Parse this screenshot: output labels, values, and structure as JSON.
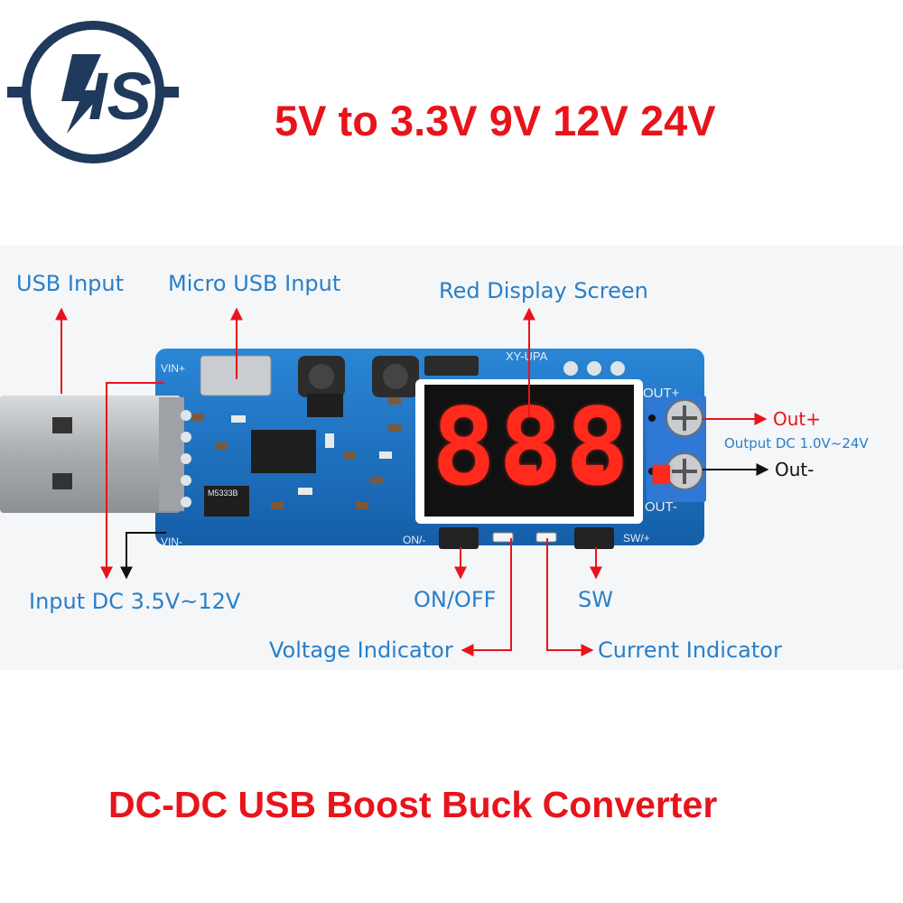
{
  "logo": {
    "letters": "IS",
    "icon": "lightning-bolt-icon"
  },
  "headline_top": "5V to 3.3V 9V 12V 24V",
  "headline_bottom": "DC-DC USB Boost Buck Converter",
  "display": {
    "digits": [
      "8.",
      "8.",
      "8."
    ]
  },
  "labels": {
    "usb_input": "USB Input",
    "micro_usb_input": "Micro USB Input",
    "red_display_screen": "Red Display Screen",
    "out_plus": "Out+",
    "output_dc": "Output DC 1.0V~24V",
    "out_minus": "Out-",
    "input_dc": "Input DC 3.5V~12V",
    "on_off": "ON/OFF",
    "sw": "SW",
    "voltage_indicator": "Voltage Indicator",
    "current_indicator": "Current Indicator"
  },
  "silkscreen": {
    "vin_plus": "VIN+",
    "vin_minus": "VIN-",
    "out_plus": "OUT+",
    "out_minus": "OUT-",
    "model": "XY-UPA",
    "on_minus": "ON/-",
    "sw_plus": "SW/+",
    "chip": "M5333B"
  },
  "colors": {
    "headline_red": "#e8141b",
    "label_blue": "#2a7fc7",
    "pcb_blue": "#1a73c6",
    "segment_red": "#ff2a1c",
    "logo_navy": "#1f3a5c"
  }
}
